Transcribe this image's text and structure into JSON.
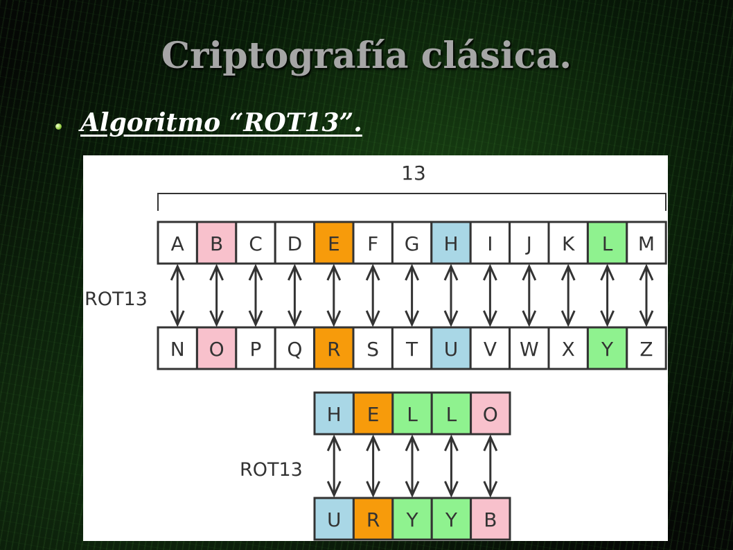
{
  "slide": {
    "title": "Criptografía clásica.",
    "bullet": "Algoritmo “ROT13”."
  },
  "diagram": {
    "shift_label": "13",
    "rot_label": "ROT13",
    "top_row": [
      "A",
      "B",
      "C",
      "D",
      "E",
      "F",
      "G",
      "H",
      "I",
      "J",
      "K",
      "L",
      "M"
    ],
    "bottom_row": [
      "N",
      "O",
      "P",
      "Q",
      "R",
      "S",
      "T",
      "U",
      "V",
      "W",
      "X",
      "Y",
      "Z"
    ],
    "top_highlight": [
      "white",
      "pink",
      "white",
      "white",
      "orange",
      "white",
      "white",
      "blue",
      "white",
      "white",
      "white",
      "green",
      "white"
    ],
    "example_top": [
      "H",
      "E",
      "L",
      "L",
      "O"
    ],
    "example_bottom": [
      "U",
      "R",
      "Y",
      "Y",
      "B"
    ],
    "example_highlight": [
      "blue",
      "orange",
      "green",
      "green",
      "pink"
    ],
    "colors": {
      "white": "#ffffff",
      "pink": "#f8c1cc",
      "orange": "#f79b0b",
      "blue": "#a9d7e6",
      "green": "#8ff28f"
    }
  }
}
